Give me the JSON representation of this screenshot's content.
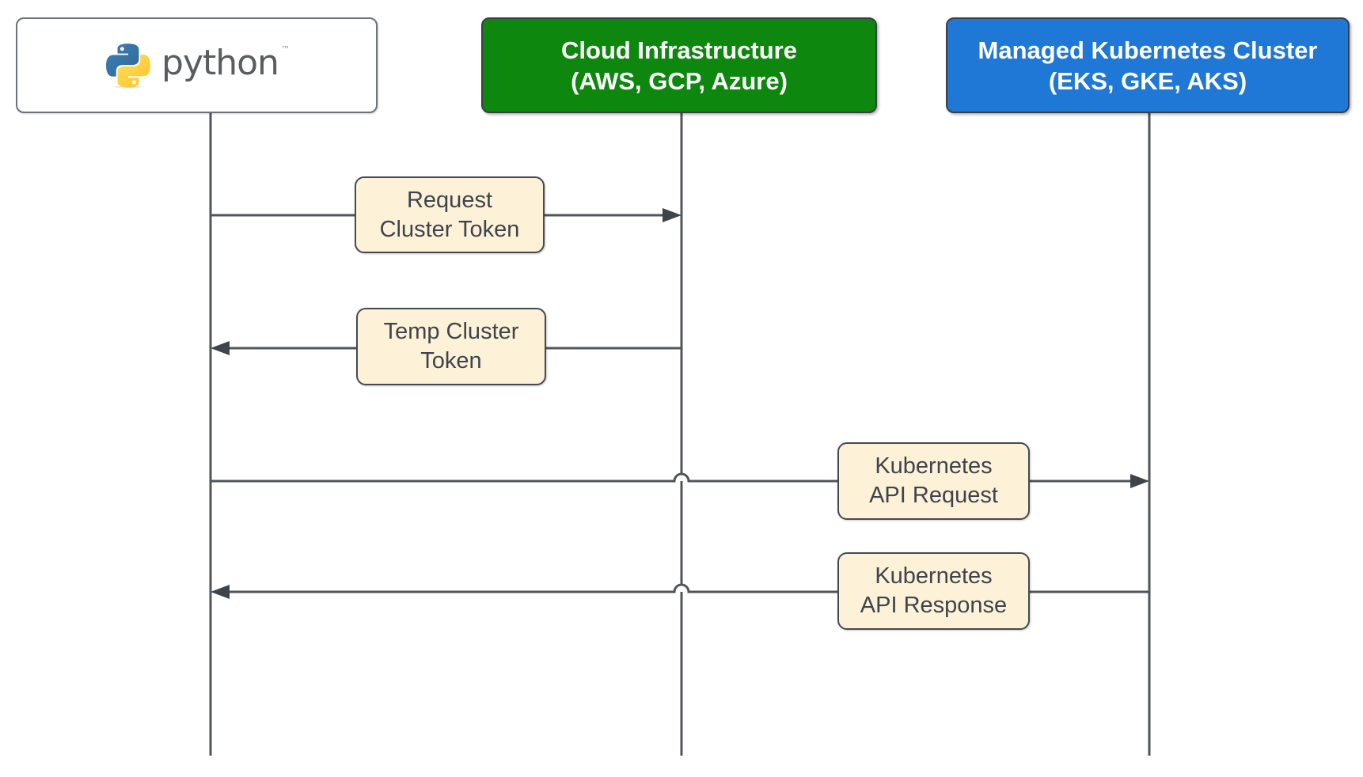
{
  "diagram": {
    "type": "sequence-diagram",
    "colors": {
      "background": "#ffffff",
      "line": "#50555b",
      "arrowhead": "#3e4449",
      "cloud_actor_fill": "#0e870e",
      "kubernetes_actor_fill": "#1f78d6",
      "actor_text": "#ffffff",
      "message_label_fill": "#fdf2d7",
      "message_label_border": "#454a52",
      "message_label_text": "#3e444d",
      "python_wordmark_gray": "#595d60",
      "python_logo_blue": "#387EB8",
      "python_logo_yellow": "#FFC331"
    },
    "actors": [
      {
        "id": "python",
        "logo_icon": "python-logo",
        "wordmark": "python",
        "trademark": "™"
      },
      {
        "id": "cloud-infrastructure",
        "line1": "Cloud Infrastructure",
        "line2": "(AWS, GCP, Azure)"
      },
      {
        "id": "kubernetes-cluster",
        "line1": "Managed Kubernetes Cluster",
        "line2": "(EKS, GKE, AKS)"
      }
    ],
    "messages": [
      {
        "line1": "Request",
        "line2": "Cluster Token",
        "from": "python",
        "to": "cloud-infrastructure",
        "direction": "right"
      },
      {
        "line1": "Temp Cluster",
        "line2": "Token",
        "from": "cloud-infrastructure",
        "to": "python",
        "direction": "left"
      },
      {
        "line1": "Kubernetes",
        "line2": "API Request",
        "from": "python",
        "to": "kubernetes-cluster",
        "direction": "right"
      },
      {
        "line1": "Kubernetes",
        "line2": "API Response",
        "from": "kubernetes-cluster",
        "to": "python",
        "direction": "left"
      }
    ]
  }
}
